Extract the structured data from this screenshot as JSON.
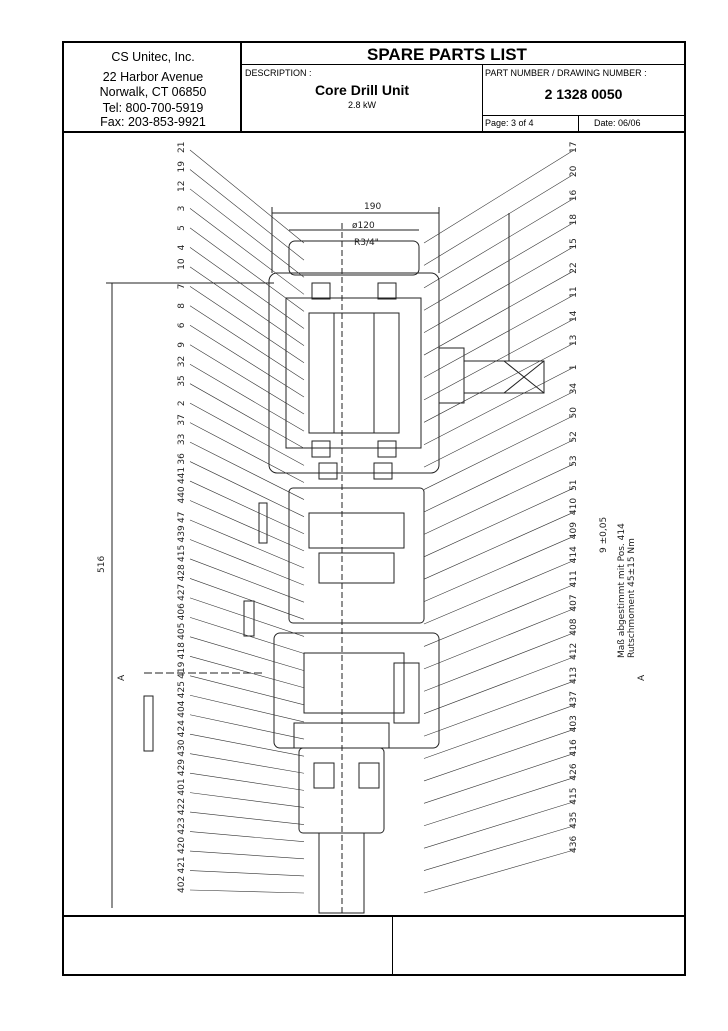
{
  "company": {
    "name": "CS Unitec, Inc.",
    "address": "22 Harbor Avenue",
    "city": "Norwalk, CT  06850",
    "tel": "Tel: 800-700-5919",
    "fax": "Fax: 203-853-9921"
  },
  "header": {
    "title": "SPARE PARTS LIST",
    "description_label": "DESCRIPTION :",
    "description": "Core Drill Unit",
    "power": "2.8 kW",
    "part_number_label": "PART NUMBER / DRAWING NUMBER :",
    "part_number": "2 1328 0050",
    "page": "Page:  3 of 4",
    "date": "Date:  06/06"
  },
  "drawing": {
    "dim_top": "190",
    "dim_dia": "ø120",
    "dim_r": "R3/4\"",
    "dim_height": "516",
    "dim_small": "9 ±0,05",
    "section_mark": "A",
    "note_line1": "Maß abgestimmt mit Pos. 414",
    "note_line2": "Rutschmoment 45±15 Nm",
    "left_labels": [
      "21",
      "19",
      "12",
      "3",
      "5",
      "4",
      "10",
      "7",
      "8",
      "6",
      "9",
      "32",
      "35",
      "2",
      "37",
      "33",
      "36",
      "441",
      "440",
      "47",
      "439",
      "415",
      "428",
      "427",
      "406",
      "405",
      "418",
      "419",
      "425",
      "404",
      "424",
      "430",
      "429",
      "401",
      "422",
      "423",
      "420",
      "421",
      "402"
    ],
    "right_labels": [
      "17",
      "20",
      "16",
      "18",
      "15",
      "22",
      "11",
      "14",
      "13",
      "1",
      "34",
      "50",
      "52",
      "53",
      "51",
      "410",
      "409",
      "414",
      "411",
      "407",
      "408",
      "412",
      "413",
      "437",
      "403",
      "416",
      "426",
      "415",
      "435",
      "436"
    ]
  }
}
